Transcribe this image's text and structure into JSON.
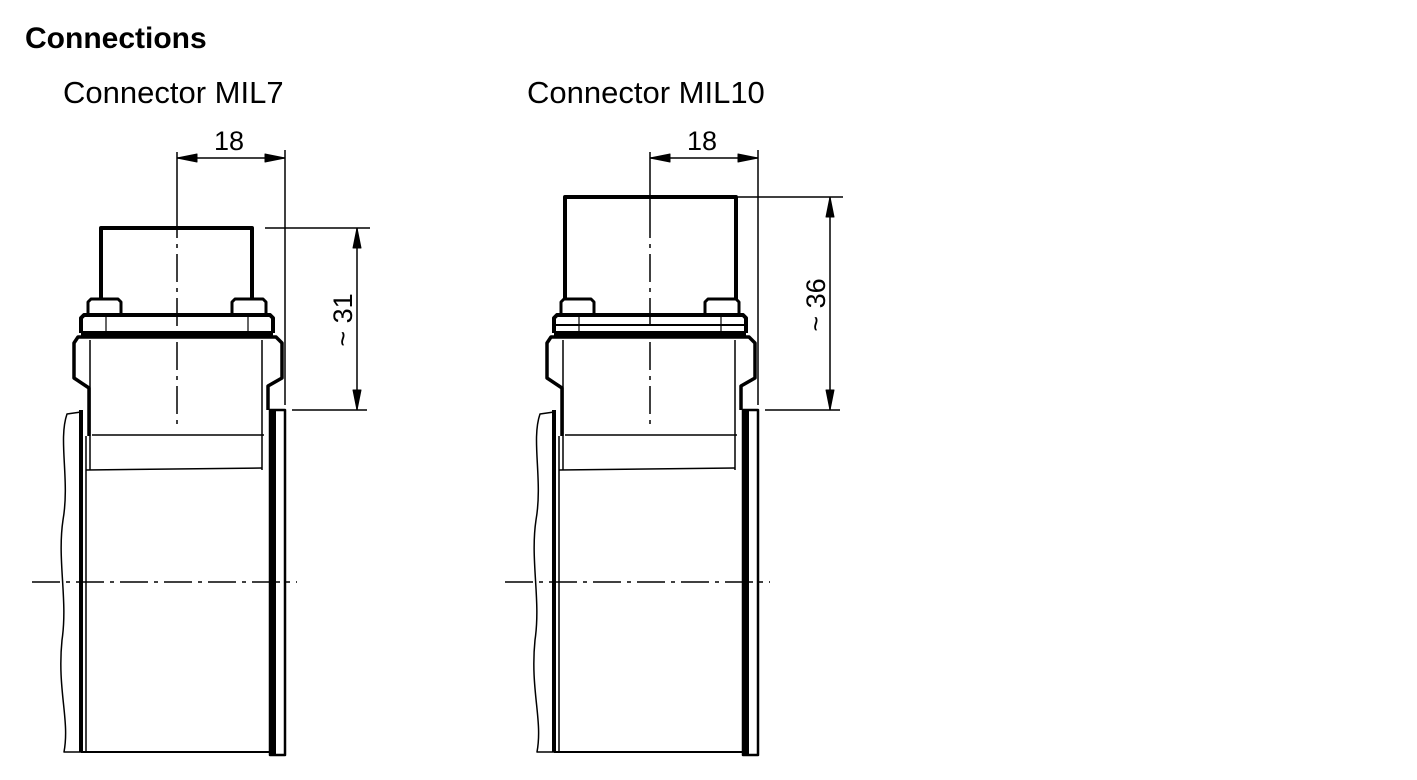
{
  "title": "Connections",
  "connectors": [
    {
      "label": "Connector MIL7",
      "width_dim": "18",
      "height_dim": "~ 31"
    },
    {
      "label": "Connector MIL10",
      "width_dim": "18",
      "height_dim": "~ 36"
    }
  ],
  "colors": {
    "line": "#000000",
    "background": "#ffffff"
  }
}
